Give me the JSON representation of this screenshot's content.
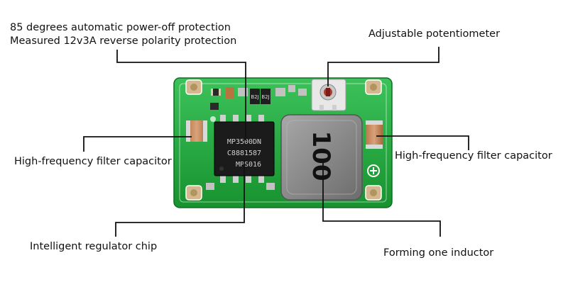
{
  "labels": {
    "protection_line1": "85 degrees automatic power-off protection",
    "protection_line2": "Measured 12v3A reverse polarity protection",
    "potentiometer": "Adjustable potentiometer",
    "capacitor_left": "High-frequency filter capacitor",
    "capacitor_right": "High-frequency filter capacitor",
    "regulator_chip": "Intelligent regulator chip",
    "inductor": "Forming one inductor"
  },
  "board_marks": {
    "chip_line1": "MP3500DN",
    "chip_line2": "C8881587",
    "chip_line3": "MPS016",
    "inductor_code": "100",
    "smd_mark_1": "B2J",
    "smd_mark_2": "B2J"
  },
  "colors": {
    "pcb_green": "#1fa83c",
    "silkscreen": "#ffffff",
    "chip_body": "#1b1b1b",
    "inductor_body": "#8f8f8f",
    "capacitor_tan": "#c48a5f",
    "leader_line": "#111111"
  }
}
